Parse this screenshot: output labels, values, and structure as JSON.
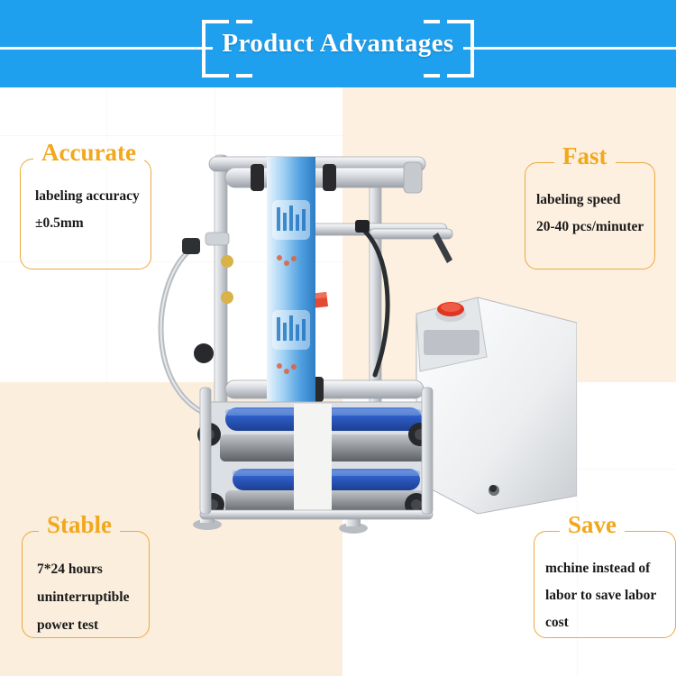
{
  "header": {
    "title": "Product Advantages",
    "background_color": "#1FA0EE",
    "text_color": "#FFFFFF"
  },
  "theme": {
    "accent_color": "#F2A81D",
    "card_border_color": "#EDA93C",
    "panel_white": "#FFFFFF",
    "panel_cream": "#FBEEDD",
    "body_text_color": "#1A1A1A"
  },
  "cards": [
    {
      "key": "accurate",
      "title": "Accurate",
      "lines": [
        "labeling accuracy",
        "±0.5mm"
      ]
    },
    {
      "key": "fast",
      "title": "Fast",
      "lines": [
        "labeling speed",
        "20-40 pcs/minuter"
      ]
    },
    {
      "key": "stable",
      "title": "Stable",
      "lines": [
        "7*24 hours",
        "uninterruptible",
        "power test"
      ]
    },
    {
      "key": "save",
      "title": "Save",
      "lines": [
        "mchine instead of",
        "labor to save labor",
        "cost"
      ]
    }
  ],
  "product_photo": {
    "name": "semi-automatic-labeling-machine",
    "description": "Semi-automatic round bottle labeling machine with aluminum frame, blue label roll, two blue foam rollers and white side cabinet",
    "colors": {
      "frame": "#C9CDD2",
      "label_roll": "#3E8FD8",
      "roller_foam": "#2B5BC4",
      "emergency_button": "#E03520",
      "knob": "#2A2A2D"
    }
  }
}
